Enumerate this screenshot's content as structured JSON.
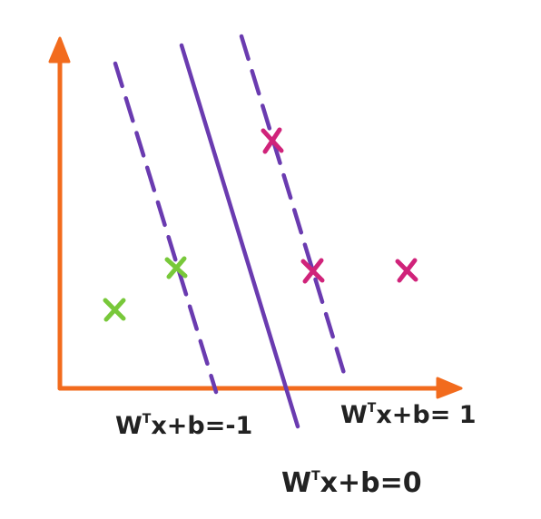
{
  "colors": {
    "axis": "#f26b1d",
    "boundary": "#6a3bb0",
    "class_positive": "#d0237a",
    "class_negative": "#78c83a",
    "text": "#222222"
  },
  "labels": {
    "margin_negative": {
      "base": "W",
      "sup": "T",
      "rest": "x+b=-1"
    },
    "margin_positive": {
      "base": "W",
      "sup": "T",
      "rest": "x+b= 1"
    },
    "decision_boundary": {
      "base": "W",
      "sup": "T",
      "rest": "x+b=0"
    }
  },
  "points": {
    "negative": [
      "negative-point",
      "negative-point"
    ],
    "positive": [
      "positive-point",
      "positive-point",
      "positive-point"
    ]
  }
}
